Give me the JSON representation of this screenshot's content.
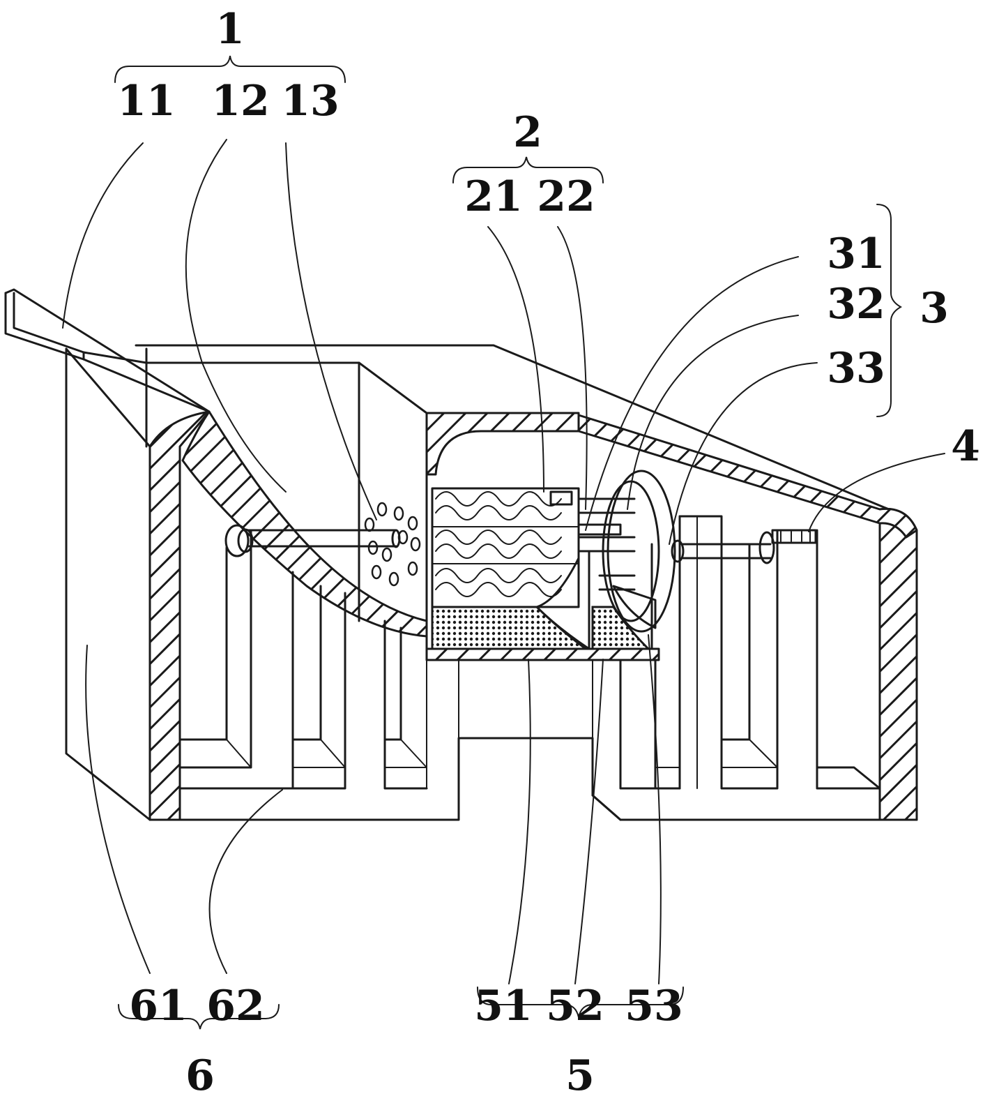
{
  "labels": {
    "group_1": "1",
    "l11": "11",
    "l12": "12",
    "l13": "13",
    "group_2": "2",
    "l21": "21",
    "l22": "22",
    "group_3": "3",
    "l31": "31",
    "l32": "32",
    "l33": "33",
    "l4": "4",
    "group_5": "5",
    "l51": "51",
    "l52": "52",
    "l53": "53",
    "group_6": "6",
    "l61": "61",
    "l62": "62"
  }
}
